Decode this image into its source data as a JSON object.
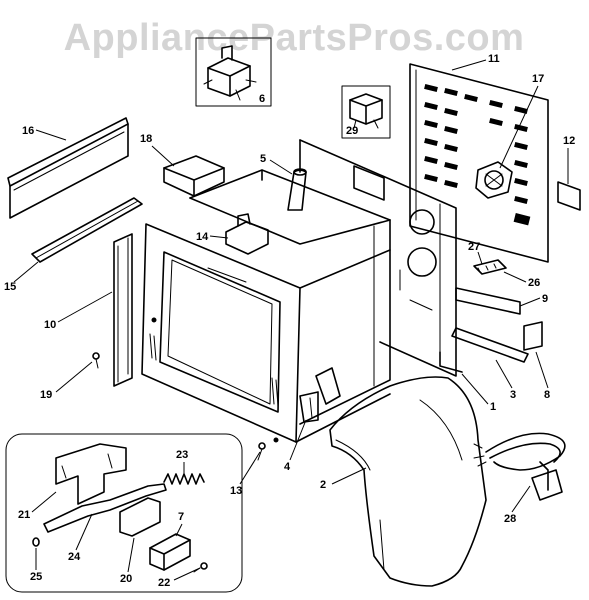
{
  "watermark": "AppliancePartsPros.com",
  "callouts": {
    "c1": "1",
    "c2": "2",
    "c3": "3",
    "c4": "4",
    "c5": "5",
    "c6": "6",
    "c7": "7",
    "c8": "8",
    "c9": "9",
    "c10": "10",
    "c11": "11",
    "c12": "12",
    "c13": "13",
    "c14": "14",
    "c15": "15",
    "c16": "16",
    "c17": "17",
    "c18": "18",
    "c19": "19",
    "c20": "20",
    "c21": "21",
    "c22": "22",
    "c23": "23",
    "c24": "24",
    "c25": "25",
    "c26": "26",
    "c27": "27",
    "c28": "28",
    "c29": "29"
  }
}
